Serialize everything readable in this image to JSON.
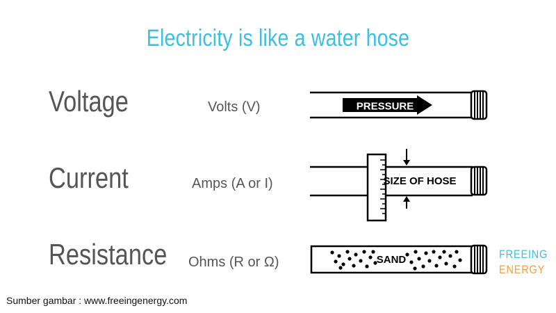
{
  "title": "Electricity is like a water hose",
  "rows": [
    {
      "term": "Voltage",
      "unit": "Volts (V)",
      "hose_label": "PRESSURE"
    },
    {
      "term": "Current",
      "unit": "Amps (A or I)",
      "hose_label": "SIZE OF HOSE"
    },
    {
      "term": "Resistance",
      "unit": "Ohms (R or Ω)",
      "hose_label": "SAND"
    }
  ],
  "brand": {
    "line1": "FREEING",
    "line2": "ENERGY"
  },
  "credit": "Sumber gambar : www.freeingenergy.com",
  "colors": {
    "title": "#3cbfe0",
    "text": "#555555",
    "brand_top": "#3cbfe0",
    "brand_bottom": "#f0a040"
  }
}
